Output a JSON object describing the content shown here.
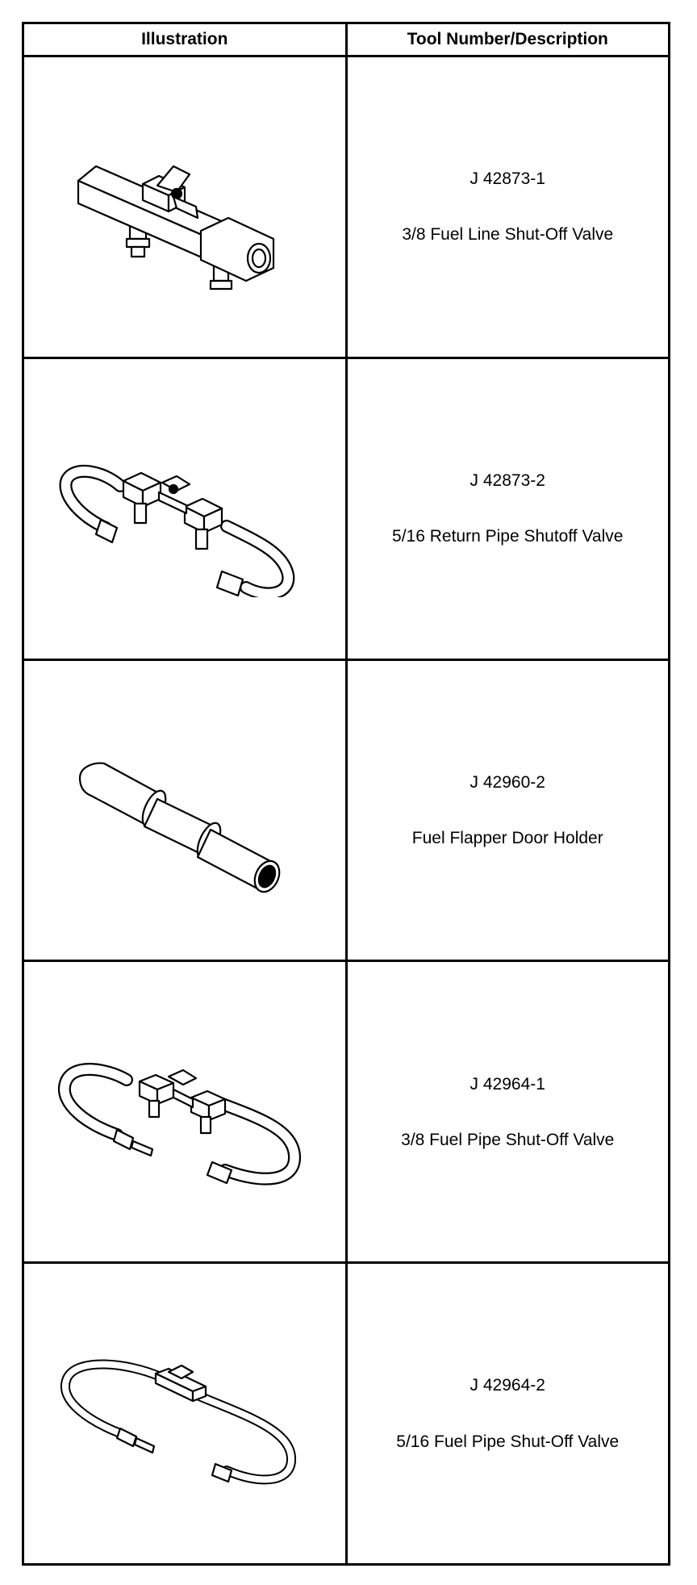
{
  "table": {
    "headers": [
      "Illustration",
      "Tool Number/Description"
    ],
    "rows": [
      {
        "number": "J 42873-1",
        "description": "3/8 Fuel Line Shut-Off Valve",
        "icon": "inline-shutoff-valve-icon"
      },
      {
        "number": "J 42873-2",
        "description": "5/16 Return Pipe Shutoff Valve",
        "icon": "return-pipe-hose-valve-icon"
      },
      {
        "number": "J 42960-2",
        "description": "Fuel Flapper Door Holder",
        "icon": "flapper-door-holder-icon"
      },
      {
        "number": "J 42964-1",
        "description": "3/8 Fuel Pipe Shut-Off Valve",
        "icon": "fuel-pipe-hose-valve-icon"
      },
      {
        "number": "J 42964-2",
        "description": "5/16 Fuel Pipe Shut-Off Valve",
        "icon": "fuel-pipe-hose-valve-small-icon"
      }
    ]
  }
}
